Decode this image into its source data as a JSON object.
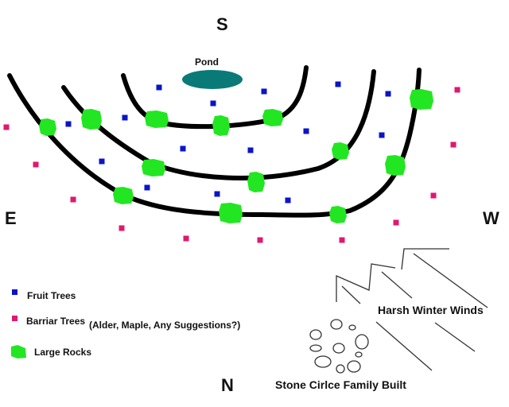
{
  "compass": {
    "south": "S",
    "north": "N",
    "east": "E",
    "west": "W"
  },
  "pond_label": "Pond",
  "legend": {
    "fruit_trees": "Fruit Trees",
    "barrier_trees": "Barriar Trees",
    "barrier_note": "(Alder, Maple, Any Suggestions?)",
    "large_rocks": "Large Rocks"
  },
  "winds_label": "Harsh Winter Winds",
  "stone_circle_label": "Stone Cirlce Family Built",
  "colors": {
    "fruit": "#0a14c8",
    "barrier": "#e0186e",
    "rock": "#22e622",
    "pond": "#0a7a78",
    "line": "#000000"
  }
}
